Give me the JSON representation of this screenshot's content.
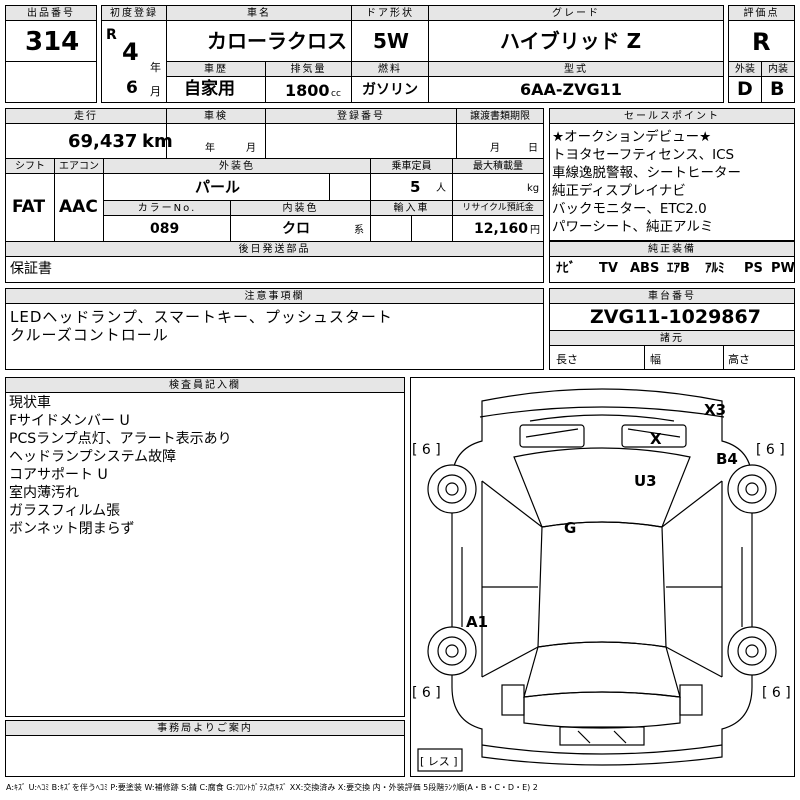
{
  "top": {
    "lot_label": "出品番号",
    "lot": "314",
    "first_reg_label": "初度登録",
    "era": "R",
    "year": "4",
    "year_unit": "年",
    "month": "6",
    "month_unit": "月",
    "car_name_label": "車名",
    "car_name": "カローラクロス",
    "door_label": "ドア形状",
    "door": "5W",
    "grade_label": "グレード",
    "grade": "ハイブリッド Z",
    "score_label": "評価点",
    "score": "R",
    "history_label": "車歴",
    "history": "自家用",
    "displacement_label": "排気量",
    "displacement": "1800",
    "displacement_unit": "cc",
    "fuel_label": "燃料",
    "fuel": "ガソリン",
    "model_label": "型式",
    "model": "6AA-ZVG11",
    "ext_label": "外装",
    "ext": "D",
    "int_label": "内装",
    "int": "B"
  },
  "row2": {
    "mileage_label": "走行",
    "mileage": "69,437",
    "mileage_unit": "km",
    "inspection_label": "車検",
    "insp_year_unit": "年",
    "insp_month_unit": "月",
    "regno_label": "登録番号",
    "transfer_label": "譲渡書類期限",
    "transfer_month_unit": "月",
    "transfer_day_unit": "日",
    "shift_label": "シフト",
    "shift": "FAT",
    "ac_label": "エアコン",
    "ac": "AAC",
    "color_label": "外装色",
    "color": "パール",
    "capacity_label": "乗車定員",
    "capacity": "5",
    "capacity_unit": "人",
    "load_label": "最大積載量",
    "load_unit": "kg",
    "color_no_label": "カラーNo.",
    "color_no": "089",
    "interior_label": "内装色",
    "interior": "クロ",
    "interior_unit": "系",
    "import_label": "輸入車",
    "recycle_label": "リサイクル預託金",
    "recycle": "12,160",
    "recycle_unit": "円",
    "later_label": "後日発送部品",
    "later": "保証書"
  },
  "sales": {
    "label": "セールスポイント",
    "lines": [
      "★オークションデビュー★",
      "トヨタセーフティセンス、ICS",
      "車線逸脱警報、シートヒーター",
      "純正ディスプレイナビ",
      "バックモニター、ETC2.0",
      "パワーシート、純正アルミ"
    ]
  },
  "equipment": {
    "label": "純正装備",
    "items": [
      "ﾅﾋﾞ",
      "TV",
      "ABS",
      "ｴｱB",
      "ｱﾙﾐ",
      "PS",
      "PW"
    ]
  },
  "notes": {
    "label": "注意事項欄",
    "lines": [
      "LEDヘッドランプ、スマートキー、プッシュスタート",
      "クルーズコントロール"
    ]
  },
  "chassis": {
    "label": "車台番号",
    "value": "ZVG11-1029867",
    "dims_label": "諸元",
    "length_label": "長さ",
    "width_label": "幅",
    "height_label": "高さ"
  },
  "inspector": {
    "label": "検査員記入欄",
    "lines": [
      "現状車",
      "Fサイドメンバー U",
      "PCSランプ点灯、アラート表示あり",
      "ヘッドランプシステム故障",
      "コアサポート U",
      "室内薄汚れ",
      "ガラスフィルム張",
      "ボンネット閉まらず"
    ]
  },
  "diagram": {
    "marks": {
      "x3": "X3",
      "x": "X",
      "b4": "B4",
      "u3": "U3",
      "g": "G",
      "a1": "A1"
    },
    "tire_fl": "[ 6 ]",
    "tire_fr": "[ 6 ]",
    "tire_rl": "[ 6 ]",
    "tire_rr": "[ 6 ]",
    "spare": "[ レス ]"
  },
  "office": {
    "label": "事務局よりご案内"
  },
  "legend": "A:ｷｽﾞ U:ﾍｺﾐ B:ｷｽﾞを伴うﾍｺﾐ P:要塗装 W:補修跡 S:錆 C:腐食 G:ﾌﾛﾝﾄｶﾞﾗｽ点ｷｽﾞ XX:交換済み X:要交換 内・外装評価 5段階ﾗﾝｸ順(A・B・C・D・E) 2"
}
